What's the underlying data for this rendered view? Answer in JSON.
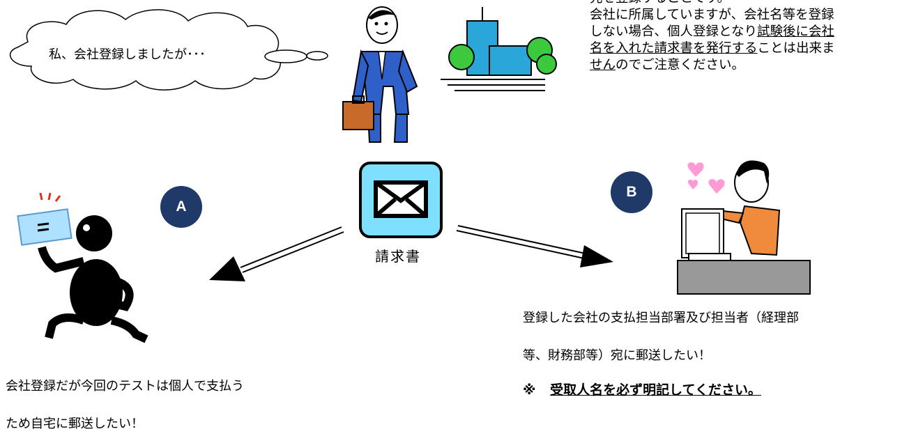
{
  "note": {
    "line0": "先を登録することです。",
    "line1": "会社に所属していますが、会社名等を登録",
    "line2_plain": "しない場合、個人登録となり",
    "line2_u": "試験後に会社",
    "line3_u": "名を入れた請求書を発行する",
    "line3_plain": "ことは出来ま",
    "line4_u": "せん",
    "line4_plain": "のでご注意ください。"
  },
  "thought": {
    "text": "私、会社登録しましたが･･･"
  },
  "center": {
    "label": "請求書",
    "icon": "envelope-icon"
  },
  "option_a": {
    "badge": "A",
    "caption_line1": "会社登録だが今回のテストは個人で支払う",
    "caption_line2": "ため自宅に郵送したい！"
  },
  "option_b": {
    "badge": "B",
    "caption_line1": "登録した会社の支払担当部署及び担当者（経理部",
    "caption_line2": "等、財務部等）宛に郵送したい！",
    "warning_mark": "※",
    "warning_text": "受取人名を必ず明記してください。"
  },
  "colors": {
    "badge": "#1f3a68",
    "envelope_bg": "#7fdfff",
    "suit": "#2f5fc8",
    "building": "#2aa7d8",
    "tree": "#3dc93d",
    "woman_shirt": "#f08a3c",
    "hearts": "#ff9ad5"
  }
}
